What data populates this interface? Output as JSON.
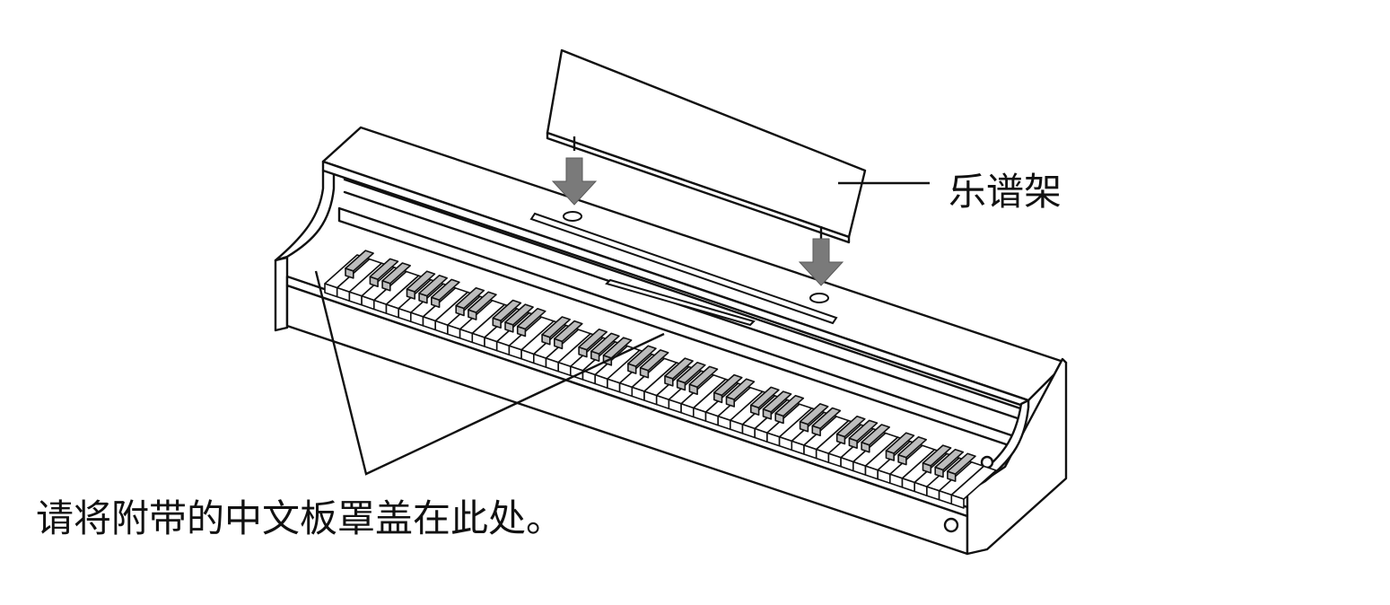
{
  "labels": {
    "music_stand": "乐谱架",
    "cover_note": "请将附带的中文板罩盖在此处。"
  },
  "colors": {
    "line": "#111111",
    "arrow": "#7a7a7a",
    "black_key": "#bdbdbd",
    "background": "#ffffff"
  },
  "keyboard": {
    "white_keys": 52
  }
}
